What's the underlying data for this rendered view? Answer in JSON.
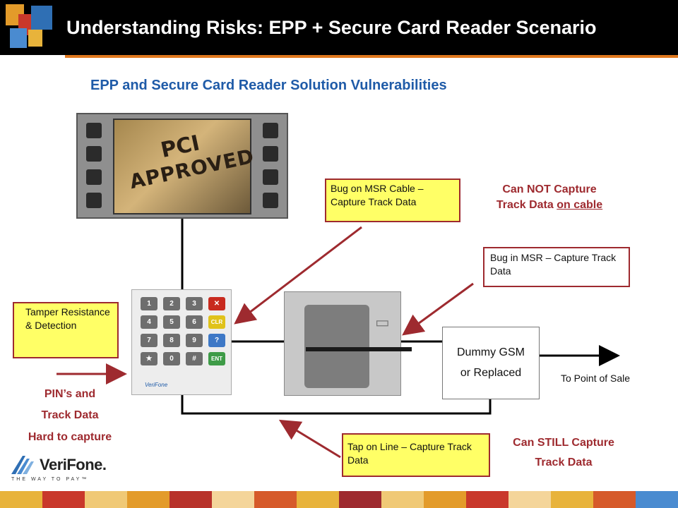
{
  "header": {
    "title": "Understanding Risks:  EPP + Secure Card Reader Scenario"
  },
  "subtitle": "EPP and Secure Card Reader Solution Vulnerabilities",
  "monitor": {
    "stamp_line1": "PCI",
    "stamp_line2": "APPROVED"
  },
  "keypad": {
    "keys": [
      "1",
      "2",
      "3",
      "✕",
      "4",
      "5",
      "6",
      "CLR",
      "7",
      "8",
      "9",
      "?",
      "★",
      "0",
      "#",
      "ENT"
    ],
    "brand": "VeriFone"
  },
  "gsm_box": {
    "line1": "Dummy GSM",
    "line2": "or Replaced"
  },
  "labels": {
    "to_pos": "To Point of Sale"
  },
  "callouts": {
    "msr_cable": "Bug on MSR Cable – Capture Track Data",
    "msr_bug": "Bug in MSR – Capture Track Data",
    "tamper": "Tamper Resistance & Detection",
    "tap_line": "Tap on Line – Capture Track Data"
  },
  "notes": {
    "cannot_line1": "Can NOT Capture",
    "cannot_line2_a": "Track Data ",
    "cannot_line2_b": "on cable",
    "still_line1": "Can STILL Capture",
    "still_line2": "Track Data",
    "pin_line1": "PIN’s and",
    "pin_line2": "Track Data",
    "pin_line3": "Hard to capture"
  },
  "branding": {
    "logo_text": "VeriFone.",
    "tagline": "THE WAY TO PAY™"
  },
  "colors": {
    "accent_red": "#9e2a2f",
    "title_blue": "#1f5ba8",
    "callout_yellow": "#ffff66"
  }
}
